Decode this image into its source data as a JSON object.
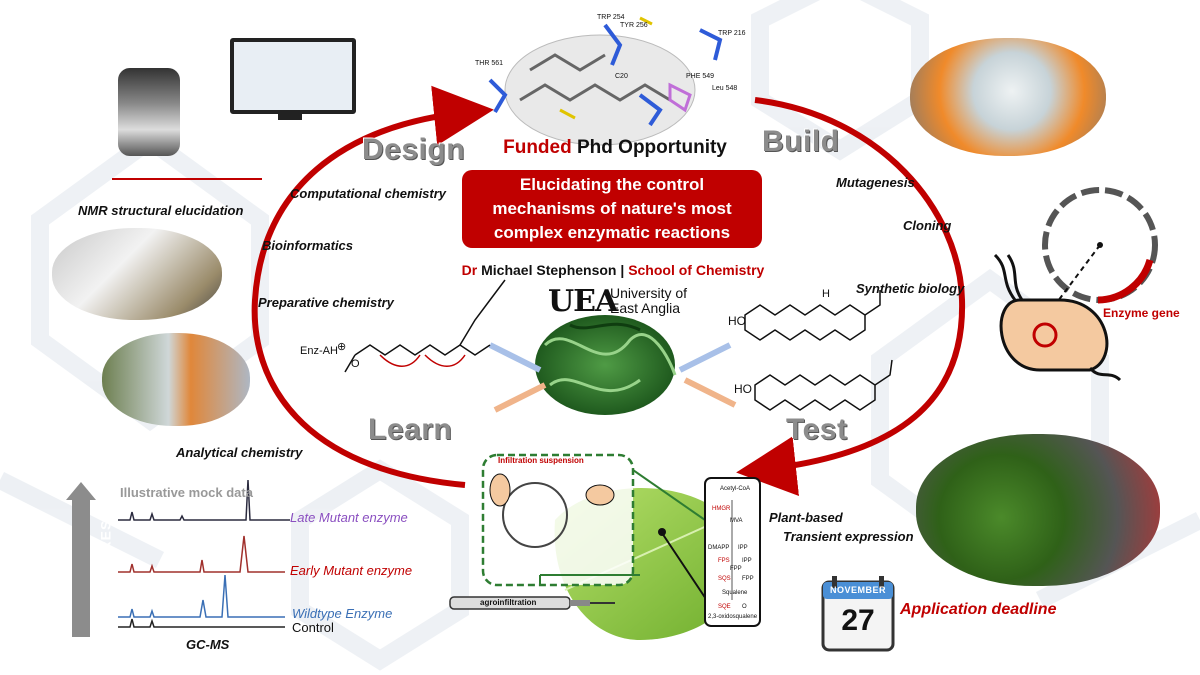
{
  "headline": {
    "funded": "Funded",
    "phd": "Phd Opportunity"
  },
  "banner": {
    "line1": "Elucidating the control",
    "line2": "mechanisms of nature's most",
    "line3": "complex enzymatic reactions"
  },
  "author": {
    "title": "Dr",
    "name": "Michael Stephenson",
    "separator": "|",
    "school": "School of Chemistry"
  },
  "university": {
    "logo": "UEA",
    "name_line1": "University of",
    "name_line2": "East Anglia"
  },
  "cycle": {
    "design": "Design",
    "build": "Build",
    "test": "Test",
    "learn": "Learn"
  },
  "design_items": [
    "Computational  chemistry",
    "Bioinformatics",
    "Preparative chemistry"
  ],
  "build_items": [
    "Mutagenesis",
    "Cloning",
    "Synthetic biology"
  ],
  "test_items": [
    "Plant-based",
    "Transient  expression"
  ],
  "left_labels": {
    "nmr": "NMR structural elucidation",
    "analytical": "Analytical chemistry",
    "gcms": "GC-MS"
  },
  "traces": {
    "mock": "Illustrative mock data",
    "late": "Late Mutant enzyme",
    "early": "Early Mutant enzyme",
    "wildtype": "Wildtype Enzyme",
    "control": "Control",
    "progress": "PROGRESS"
  },
  "residues": [
    "TRP 254",
    "TYR 256",
    "TRP 216",
    "THR 561",
    "C20",
    "PHE 549",
    "Leu 548"
  ],
  "reaction": {
    "enzyme": "Enz-AH",
    "charge": "⊕",
    "o": "O"
  },
  "products": {
    "ho1": "HO",
    "ho2": "HO",
    "h": "H"
  },
  "plasmid": {
    "enzyme_gene": "Enzyme gene"
  },
  "infiltration": {
    "suspension": "Infiltration suspension",
    "agro": "agroinfiltration"
  },
  "pathway": [
    "Acetyl-CoA",
    "HMGR",
    "MVA",
    "DMAPP",
    "IPP",
    "FPS",
    "IPP",
    "FPP",
    "SQS",
    "FPP",
    "Squalene",
    "SQE",
    "O",
    "2,3-oxidosqualene"
  ],
  "deadline": {
    "month": "NOVEMBER",
    "day": "27",
    "label": "Application deadline"
  },
  "colors": {
    "red": "#c00000",
    "late": "#8a4fc0",
    "early": "#c00000",
    "wildtype": "#3a6fb5",
    "green": "#2e7d32"
  }
}
